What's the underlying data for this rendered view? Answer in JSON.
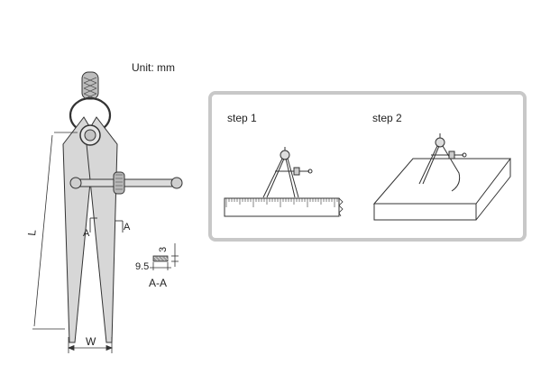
{
  "unit_label": "Unit: mm",
  "dimensions": {
    "length": "L",
    "width": "W",
    "section_left": "A",
    "section_right": "A",
    "thickness": "3",
    "leg_width": "9.5",
    "section_title": "A-A"
  },
  "steps": {
    "step1": "step 1",
    "step2": "step 2"
  },
  "colors": {
    "line": "#333333",
    "panel_border": "#c8c8c8",
    "panel_bg": "#ffffff",
    "metal": "#d9d9d9",
    "metal_dark": "#9a9a9a"
  }
}
